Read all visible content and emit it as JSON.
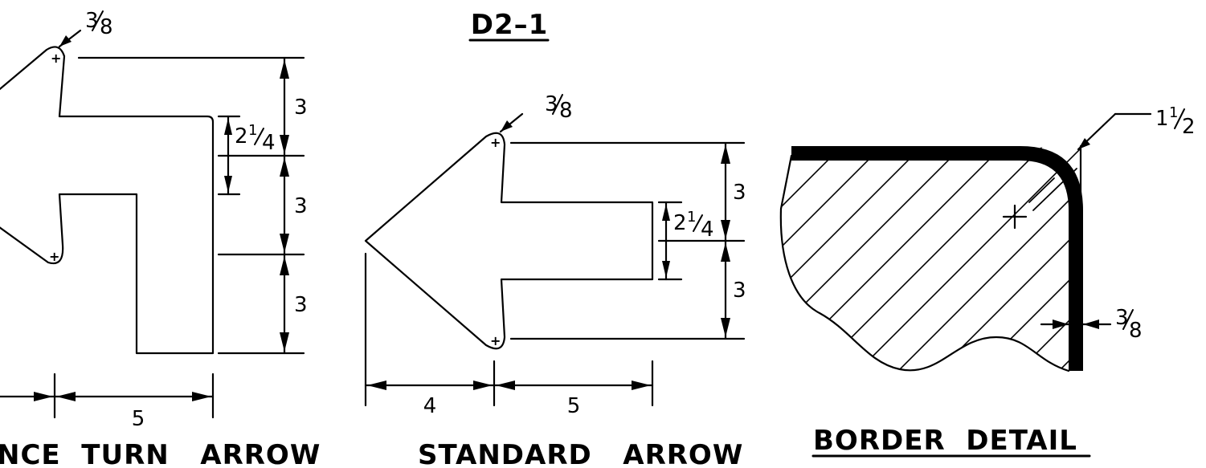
{
  "sheet": {
    "id": "D2–1"
  },
  "left_arrow": {
    "title": "NCE  TURN   ARROW",
    "corner_radius": {
      "num": "3",
      "den": "8"
    },
    "dim_3a": "3",
    "dim_3b": "3",
    "dim_3c": "3",
    "dim_stem": {
      "whole": "2",
      "num": "1",
      "den": "4"
    },
    "dim_bottom": "5"
  },
  "standard_arrow": {
    "title": "STANDARD   ARROW",
    "corner_radius": {
      "num": "3",
      "den": "8"
    },
    "dim_3a": "3",
    "dim_3b": "3",
    "dim_stem": {
      "whole": "2",
      "num": "1",
      "den": "4"
    },
    "dim_4": "4",
    "dim_5": "5"
  },
  "border_detail": {
    "title": "BORDER  DETAIL",
    "radius": {
      "whole": "1",
      "num": "1",
      "den": "2"
    },
    "width": {
      "num": "3",
      "den": "8"
    }
  }
}
